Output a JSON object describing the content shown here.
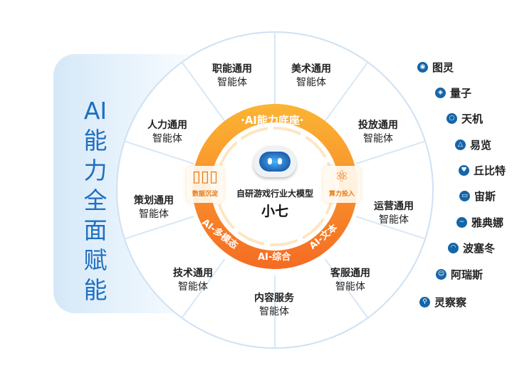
{
  "title": "AI能力全面赋能",
  "segments": [
    {
      "line1": "职能通用",
      "line2": "智能体"
    },
    {
      "line1": "美术通用",
      "line2": "智能体"
    },
    {
      "line1": "投放通用",
      "line2": "智能体"
    },
    {
      "line1": "运营通用",
      "line2": "智能体"
    },
    {
      "line1": "客服通用",
      "line2": "智能体"
    },
    {
      "line1": "内容服务",
      "line2": "智能体"
    },
    {
      "line1": "技术通用",
      "line2": "智能体"
    },
    {
      "line1": "策划通用",
      "line2": "智能体"
    },
    {
      "line1": "人力通用",
      "line2": "智能体"
    }
  ],
  "core": {
    "ring_top": "·AI能力底座·",
    "left_box": "数据沉淀",
    "right_box": "算力投入",
    "subtitle": "自研游戏行业大模型",
    "name": "小七",
    "bottom_left": "AI-多模态",
    "bottom_mid": "AI-综合",
    "bottom_right": "AI-文本"
  },
  "products": [
    "图灵",
    "量子",
    "天机",
    "易览",
    "丘比特",
    "宙斯",
    "雅典娜",
    "波塞冬",
    "阿瑞斯",
    "灵察察"
  ],
  "colors": {
    "blue": "#1f6fc2",
    "orange": "#f7941d",
    "bullet": "#1565a8"
  }
}
